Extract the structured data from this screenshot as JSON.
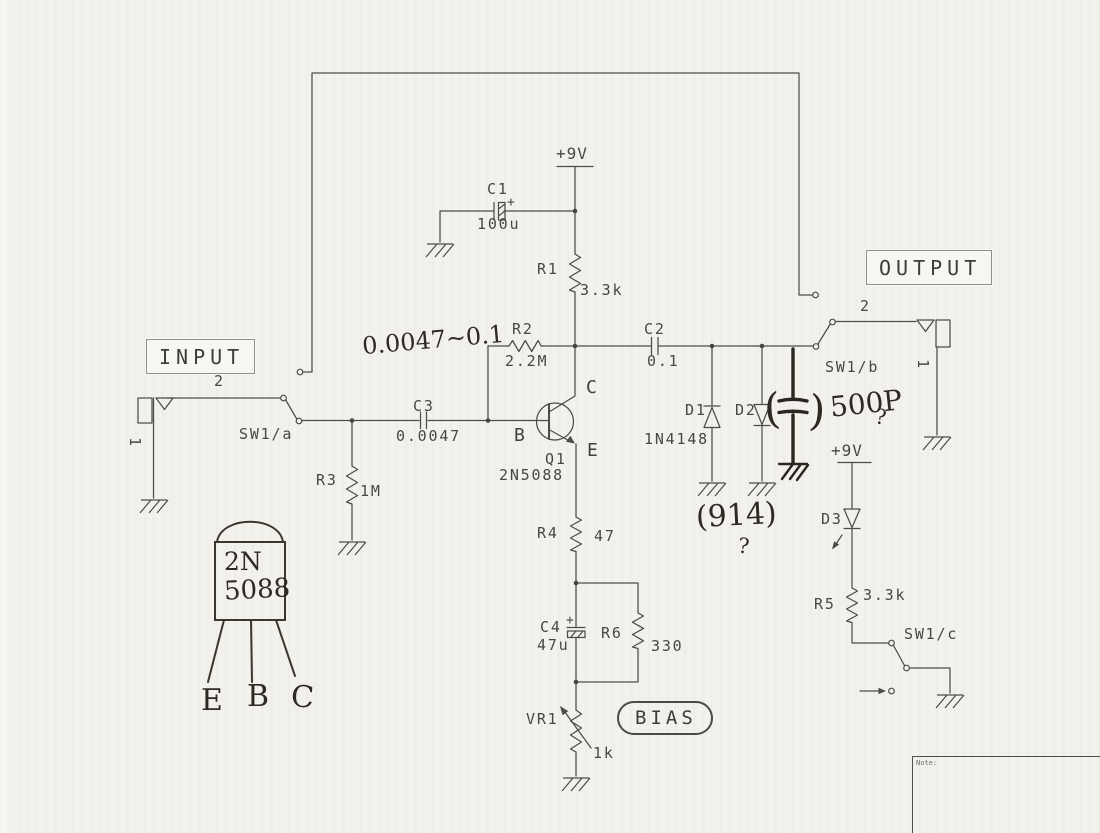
{
  "headers": {
    "input": "INPUT",
    "output": "OUTPUT",
    "bias": "BIAS",
    "note": "Note:"
  },
  "power": {
    "rail_main": "+9V",
    "rail_led": "+9V"
  },
  "jacks": {
    "input": {
      "tip": "2",
      "sleeve": "1"
    },
    "output": {
      "tip": "2",
      "sleeve": "1"
    }
  },
  "switches": {
    "sw1a": "SW1/a",
    "sw1b": "SW1/b",
    "sw1c": "SW1/c"
  },
  "components": {
    "c1": {
      "ref": "C1",
      "value": "100u",
      "polarity": "+"
    },
    "r1": {
      "ref": "R1",
      "value": "3.3k"
    },
    "r2": {
      "ref": "R2",
      "value": "2.2M"
    },
    "c2": {
      "ref": "C2",
      "value": "0.1"
    },
    "c3": {
      "ref": "C3",
      "value": "0.0047"
    },
    "r3": {
      "ref": "R3",
      "value": "1M"
    },
    "q1": {
      "ref": "Q1",
      "part": "2N5088",
      "pin_b": "B",
      "pin_c": "C",
      "pin_e": "E"
    },
    "d1": {
      "ref": "D1",
      "part": "1N4148"
    },
    "d2": {
      "ref": "D2"
    },
    "r4": {
      "ref": "R4",
      "value": "47"
    },
    "c4": {
      "ref": "C4",
      "value": "47u",
      "polarity": "+"
    },
    "r6": {
      "ref": "R6",
      "value": "330"
    },
    "vr1": {
      "ref": "VR1",
      "value": "1k"
    },
    "d3": {
      "ref": "D3"
    },
    "r5": {
      "ref": "R5",
      "value": "3.3k"
    }
  },
  "handwritten": {
    "c3_range": "0.0047~0.1",
    "paren_open": "(",
    "paren_close": ")",
    "cap_value": "500P",
    "cap_question": "?",
    "diode_alt": "(914)",
    "diode_alt_question": "?",
    "pkg_line1": "2N",
    "pkg_line2": "5088",
    "pkg_pin1": "E",
    "pkg_pin2": "B",
    "pkg_pin3": "C"
  }
}
